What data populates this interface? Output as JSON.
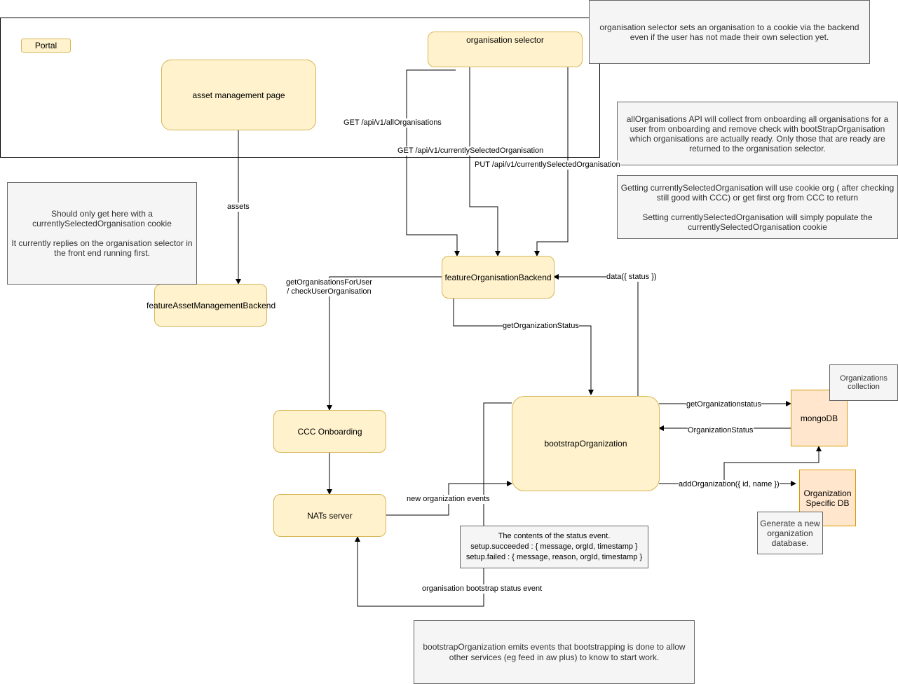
{
  "portal": {
    "label": "Portal"
  },
  "nodes": {
    "asset_page": "asset management page",
    "org_selector": "organisation selector",
    "feature_org_backend": "featureOrganisationBackend",
    "feature_asset_backend": "featureAssetManagementBackend",
    "ccc_onboarding": "CCC Onboarding",
    "nats_server": "NATs server",
    "bootstrap_org": "bootstrapOrganization",
    "mongodb": "mongoDB",
    "org_specific_db": "Organization Specific DB"
  },
  "notes": {
    "selector_cookie": "organisation selector sets an organisation to a cookie via the backend even if the user has not made their own selection yet.",
    "all_orgs_api": "allOrganisations API will collect from onboarding all organisations for a user from onboarding and remove check with bootStrapOrganisation which organisations are actually ready.  Only those that are ready are returned to the organisation selector.",
    "current_org_get": "Getting currentlySelectedOrganisation will use cookie org ( after checking still good with CCC) or get first org from CCC to return",
    "current_org_set": "Setting currentlySelectedOrganisation will simply populate the currentlySelectedOrganisation cookie",
    "only_here_line1": "Should only get here with a currentlySelectedOrganisation cookie",
    "only_here_line2": "It currently replies on the organisation selector in the front end running first.",
    "orgs_collection": "Organizations collection",
    "generate_db": "Generate a new organization database.",
    "status_event_title": "The contents of the status event.",
    "status_event_succeeded": "setup.succeeded : { message, orgId, timestamp }",
    "status_event_failed": "setup.failed : { message, reason, orgId, timestamp }",
    "bootstrap_emits": "bootstrapOrganization emits events that bootstrapping is done to allow other services (eg feed in aw plus) to know to start work."
  },
  "edges": {
    "get_all_orgs": "GET /api/v1/allOrganisations",
    "get_current_org": "GET /api/v1/currentlySelectedOrganisation",
    "put_current_org": "PUT /api/v1/currentlySelectedOrganisation",
    "assets": "assets",
    "get_orgs_for_user_1": "getOrganisationsForUser",
    "get_orgs_for_user_2": "/ checkUserOrganisation",
    "data_status": "data({ status })",
    "get_org_status": "getOrganizationStatus",
    "get_org_status_mongo": "getOrganizationstatus",
    "org_status": "OrganizationStatus",
    "add_org": "addOrganization({ id, name })",
    "new_org_events": "new organization events",
    "bootstrap_status_event": "organisation bootstrap status event"
  }
}
